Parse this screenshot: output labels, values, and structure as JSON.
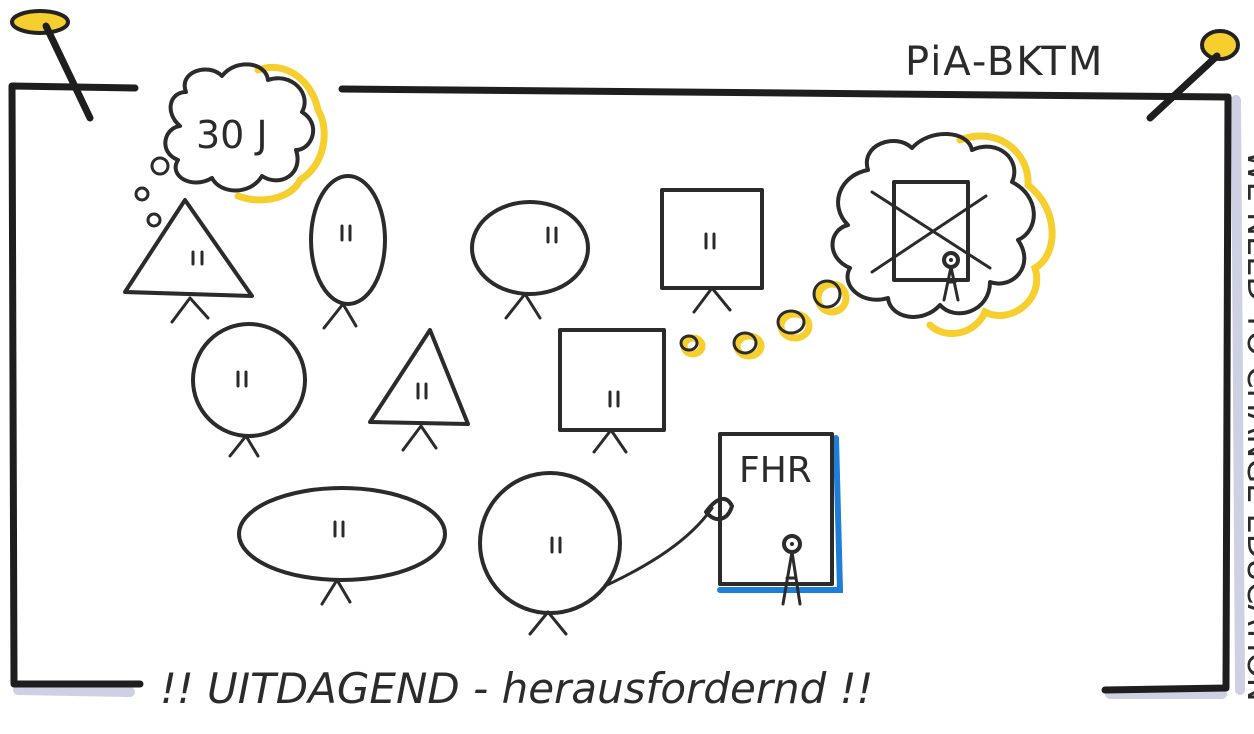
{
  "header": {
    "tag": "PiA-BKTM"
  },
  "bubble_left": {
    "text": "30 J"
  },
  "board": {
    "label": "FHR"
  },
  "footer": {
    "caption": "!! UITDAGEND - herausfordernd !!"
  },
  "side_text": {
    "text": "WE NEED TO CHANGE EDUCATION"
  },
  "colors": {
    "frame": "#1e1e1e",
    "highlight": "#f6cf2e",
    "accent": "#1f7fd8",
    "shadow": "#c9cbe0"
  }
}
